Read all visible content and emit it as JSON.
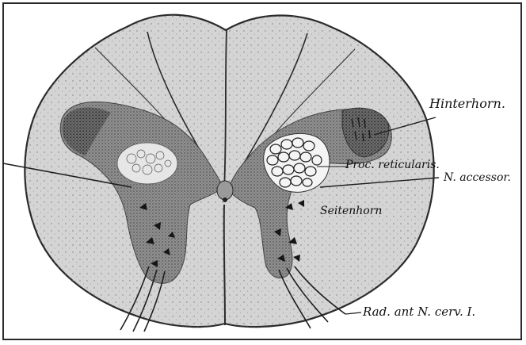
{
  "figure": {
    "background_color": "#ffffff",
    "border_color": "#2a2a2a",
    "section_fill": "#d6d6d6",
    "stipple_color": "#7a7a7a",
    "gray_matter_color": "#8a8a8a",
    "dark_color": "#2b2b2b",
    "labels": {
      "hinterhorn": "Hinterhorn.",
      "proc_reticularis": "Proc. reticularis.",
      "n_accessor": "N. accessor.",
      "seitenhorn": "Seitenhorn",
      "rad_ant": "Rad. ant N. cerv. I."
    }
  }
}
